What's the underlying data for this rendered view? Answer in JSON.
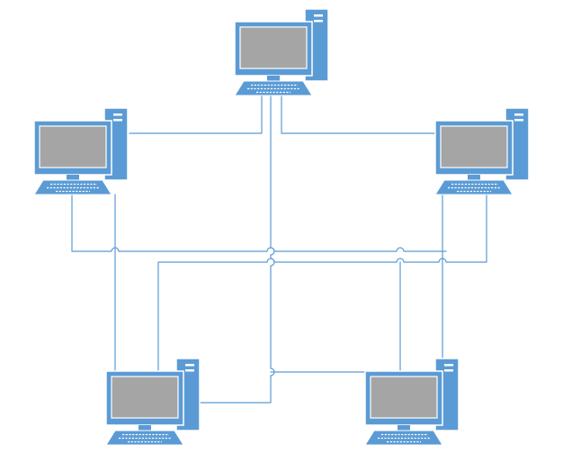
{
  "diagram": {
    "type": "mesh-network",
    "icon": "desktop-computer-icon",
    "colors": {
      "device": "#5b9bd5",
      "device_outline": "#ffffff",
      "screen": "#a5a5a5",
      "link": "#5b9bd5",
      "background": "#ffffff"
    },
    "nodes": [
      {
        "id": "top"
      },
      {
        "id": "upper-left"
      },
      {
        "id": "upper-right"
      },
      {
        "id": "lower-left"
      },
      {
        "id": "lower-right"
      }
    ]
  }
}
